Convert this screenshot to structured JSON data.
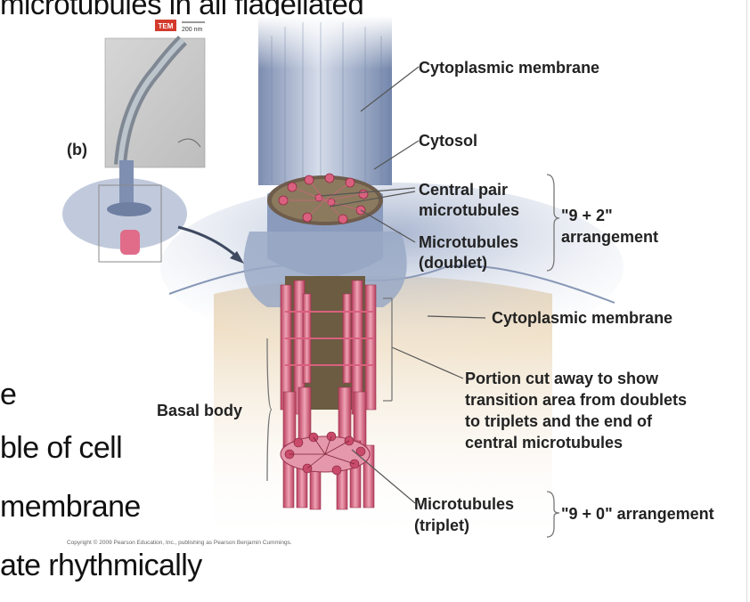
{
  "slide": {
    "title_fragment": "microtubules in all flagellated",
    "bullets": [
      "e",
      "ble of cell",
      "membrane",
      "ate rhythmically"
    ]
  },
  "figure": {
    "panel_label": "(b)",
    "tem_badge": "TEM",
    "scale_bar": "200 nm",
    "labels": {
      "cytoplasmic_membrane_top": "Cytoplasmic membrane",
      "cytosol": "Cytosol",
      "central_pair_line1": "Central pair",
      "central_pair_line2": "microtubules",
      "microtubules_doublet_line1": "Microtubules",
      "microtubules_doublet_line2": "(doublet)",
      "nine_two_line1": "\"9 + 2\"",
      "nine_two_line2": "arrangement",
      "cytoplasmic_membrane_bottom": "Cytoplasmic membrane",
      "portion_line1": "Portion cut away to show",
      "portion_line2": "transition area from doublets",
      "portion_line3": "to triplets and the end of",
      "portion_line4": "central microtubules",
      "basal_body": "Basal body",
      "microtubules_triplet_line1": "Microtubules",
      "microtubules_triplet_line2": "(triplet)",
      "nine_zero": "\"9 + 0\" arrangement"
    },
    "copyright": "Copyright © 2009 Pearson Education, Inc., publishing as Pearson Benjamin Cummings."
  },
  "colors": {
    "membrane_blue": "#8a9cbc",
    "cytosol_tan": "#e8d3b0",
    "microtubule_pink": "#d9607e",
    "label_text": "#222222"
  }
}
